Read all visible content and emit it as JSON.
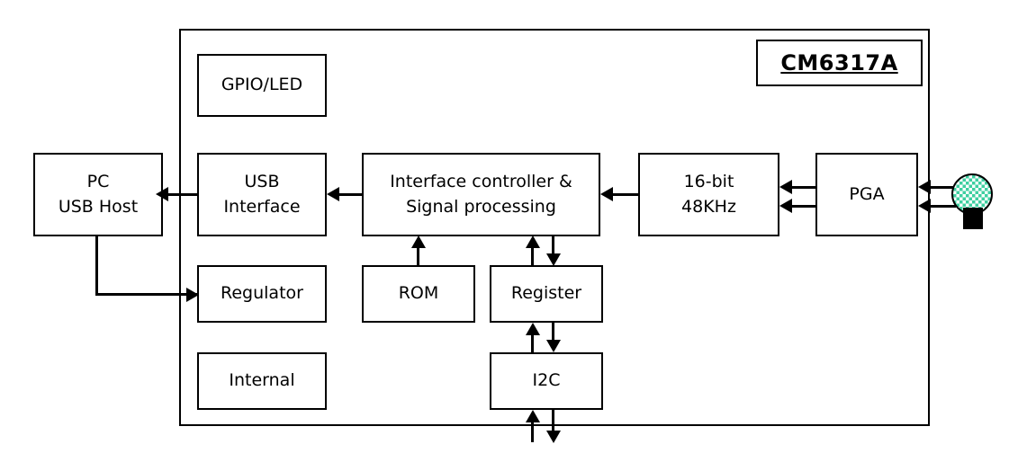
{
  "diagram": {
    "title": "CM6317A",
    "chip_label": "CM6317A",
    "blocks": {
      "gpio_led": {
        "label": "GPIO/LED"
      },
      "pc_usb_host": {
        "line1": "PC",
        "line2": "USB Host"
      },
      "usb_interface": {
        "line1": "USB",
        "line2": "Interface"
      },
      "controller": {
        "line1": "Interface controller &",
        "line2": "Signal processing"
      },
      "adc": {
        "line1": "16-bit",
        "line2": "48KHz"
      },
      "pga": {
        "label": "PGA"
      },
      "regulator": {
        "label": "Regulator"
      },
      "rom": {
        "label": "ROM"
      },
      "register": {
        "label": "Register"
      },
      "internal": {
        "label": "Internal"
      },
      "i2c": {
        "label": "I2C"
      }
    },
    "icons": {
      "microphone": "microphone-icon"
    },
    "colors": {
      "outline": "#000000",
      "background": "#ffffff",
      "microphone_head": "#3ecfa0"
    }
  }
}
